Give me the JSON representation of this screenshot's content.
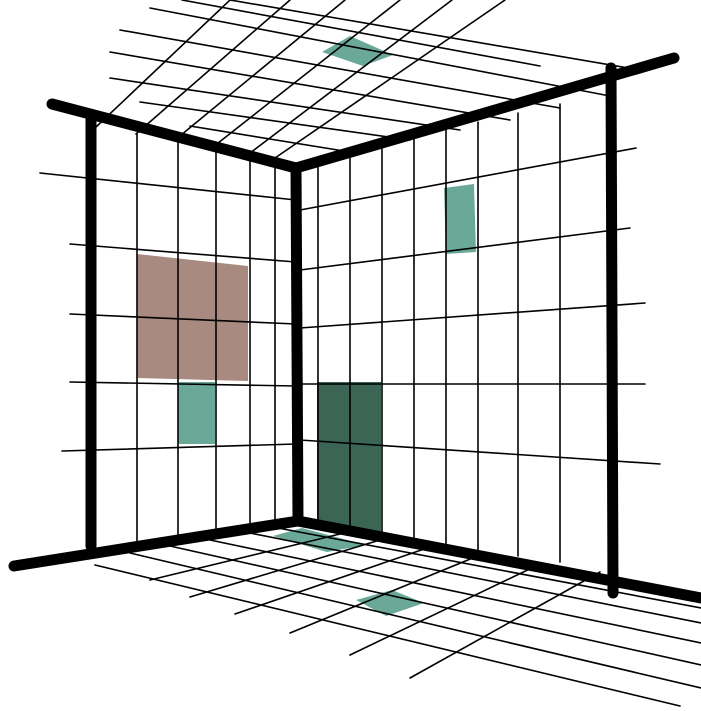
{
  "scene": {
    "kind": "room-corner-perspective-grid",
    "colors": {
      "background": "#ffffff",
      "frame": "#000000",
      "grid_line": "#000000",
      "tile_teal": "#6aa898",
      "tile_dark_green": "#3b6656",
      "tile_brown": "#a88a80"
    },
    "surfaces": [
      "ceiling",
      "left-wall",
      "right-wall",
      "floor"
    ],
    "highlighted_cells": [
      {
        "surface": "ceiling",
        "color": "tile_teal"
      },
      {
        "surface": "left-wall",
        "color": "tile_brown"
      },
      {
        "surface": "left-wall",
        "color": "tile_teal"
      },
      {
        "surface": "right-wall",
        "color": "tile_teal"
      },
      {
        "surface": "right-wall",
        "color": "tile_dark_green"
      },
      {
        "surface": "floor",
        "color": "tile_teal"
      },
      {
        "surface": "floor",
        "color": "tile_teal"
      }
    ]
  }
}
